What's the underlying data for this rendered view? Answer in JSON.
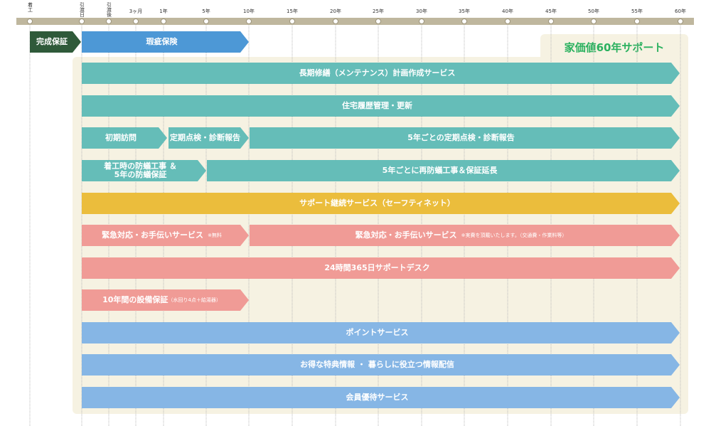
{
  "timeline": {
    "ticks": [
      {
        "id": "start",
        "label": "着工",
        "vertical": true
      },
      {
        "id": "move-in",
        "label": "引渡日",
        "vertical": true
      },
      {
        "id": "after-move",
        "label": "引渡後",
        "vertical": true
      },
      {
        "id": "m3",
        "label": "3ヶ月",
        "vertical": false
      },
      {
        "id": "y1",
        "label": "1年",
        "vertical": false
      },
      {
        "id": "y5",
        "label": "5年",
        "vertical": false
      },
      {
        "id": "y10",
        "label": "10年",
        "vertical": false
      },
      {
        "id": "y15",
        "label": "15年",
        "vertical": false
      },
      {
        "id": "y20",
        "label": "20年",
        "vertical": false
      },
      {
        "id": "y25",
        "label": "25年",
        "vertical": false
      },
      {
        "id": "y30",
        "label": "30年",
        "vertical": false
      },
      {
        "id": "y35",
        "label": "35年",
        "vertical": false
      },
      {
        "id": "y40",
        "label": "40年",
        "vertical": false
      },
      {
        "id": "y45",
        "label": "45年",
        "vertical": false
      },
      {
        "id": "y50",
        "label": "50年",
        "vertical": false
      },
      {
        "id": "y55",
        "label": "55年",
        "vertical": false
      },
      {
        "id": "y60",
        "label": "60年",
        "vertical": false
      }
    ]
  },
  "panel": {
    "title": "家価値60年サポート"
  },
  "bars": {
    "completion_guarantee": "完成保証",
    "defect_insurance": "瑕疵保険",
    "long_term_repair_plan": "長期修繕（メンテナンス）計画作成サービス",
    "housing_history": "住宅履歴管理・更新",
    "initial_visit": "初期訪問",
    "periodic_inspection": "定期点検・診断報告",
    "periodic_inspection_5y": "5年ごとの定期点検・診断報告",
    "termite_initial_line1": "着工時の防蟻工事 ＆",
    "termite_initial_line2": "5年の防蟻保証",
    "termite_5y": "5年ごとに再防蟻工事＆保証延長",
    "support_continuation": "サポート継続サービス（セーフティネット）",
    "emergency_free": "緊急対応・お手伝いサービス",
    "emergency_free_note": "※無料",
    "emergency_paid": "緊急対応・お手伝いサービス",
    "emergency_paid_note": "※実費を頂戴いたします。（交通費・作業料等）",
    "support_desk": "24時間365日サポートデスク",
    "equipment_guarantee": "10年間の設備保証",
    "equipment_guarantee_note": "（水回り4点＋給湯器）",
    "point_service": "ポイントサービス",
    "info_delivery": "お得な特典情報 ・ 暮らしに役立つ情報配信",
    "member_service": "会員優待サービス"
  }
}
